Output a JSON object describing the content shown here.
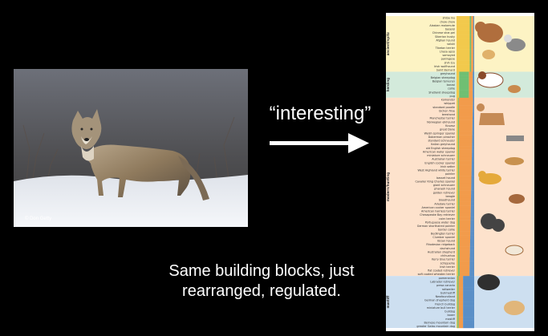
{
  "slide": {
    "caption_top": "“interesting”",
    "caption_bottom_line1": "Same building blocks, just",
    "caption_bottom_line2": "rearranged, regulated.",
    "photo_credit": "© Don Getty"
  },
  "chart_data": {
    "type": "bar",
    "groups": [
      {
        "name": "ancient/spitz",
        "color": "#fdf3c4"
      },
      {
        "name": "herding",
        "color": "#d3eadb"
      },
      {
        "name": "modern/hunting",
        "color": "#fde2cc"
      },
      {
        "name": "mastiff",
        "color": "#cddff0"
      }
    ],
    "categories": [
      "shiba inu",
      "chow chow",
      "Alaskan malamute",
      "basenji",
      "Chinese shar-pei",
      "Siberian husky",
      "Afghan hound",
      "saluki",
      "Tibetan terrier",
      "Lhasa apso",
      "samoyed",
      "pekingese",
      "shih tzu",
      "Irish wolfhound",
      "Saint Bernard",
      "greyhound",
      "Belgian sheepdog",
      "Belgian tervuren",
      "borzoi",
      "collie",
      "Shetland sheepdog",
      "pug",
      "komondor",
      "whippet",
      "standard poodle",
      "bichon frise",
      "keeshond",
      "Manchester terrier",
      "Norwegian elkhound",
      "Kuvasz",
      "great Dane",
      "Welsh springer spaniel",
      "Doberman pinscher",
      "standard schnauzer",
      "Italian greyhound",
      "old English sheepdog",
      "American water spaniel",
      "miniature schnauzer",
      "Australian terrier",
      "English cocker spaniel",
      "Irish setter",
      "West Highland white terrier",
      "pointer",
      "basset hound",
      "Cavalier King Charles spaniel",
      "giant schnauzer",
      "pharaoh hound",
      "golden retriever",
      "beagle",
      "bloodhound",
      "Airedale terrier",
      "American cocker spaniel",
      "American hairless terrier",
      "Chesapeake Bay retriever",
      "cairn terrier",
      "Portuguese water dog",
      "German shorthaired pointer",
      "border collie",
      "Bedlington terrier",
      "Clumber spaniel",
      "Ibizan hound",
      "Rhodesian ridgeback",
      "dachshund",
      "Australian shepherd",
      "chihuahua",
      "Kerry blue terrier",
      "schipperke",
      "Irish terrier",
      "flat coated retriever",
      "soft coated wheaten terrier",
      "pomeranian",
      "Labrador retriever",
      "presa canario",
      "rottweiler",
      "bullmastiff",
      "Newfoundland",
      "German shepherd dog",
      "French bulldog",
      "miniature bull terrier",
      "bulldog",
      "boxer",
      "mastiff",
      "Bernese mountain dog",
      "greater Swiss mountain dog"
    ],
    "series": [
      {
        "color": "#f2c94c"
      },
      {
        "color": "#6fbf73"
      },
      {
        "color": "#f29b4b"
      },
      {
        "color": "#5a8fc7"
      }
    ],
    "ylim": [
      0,
      1
    ]
  }
}
